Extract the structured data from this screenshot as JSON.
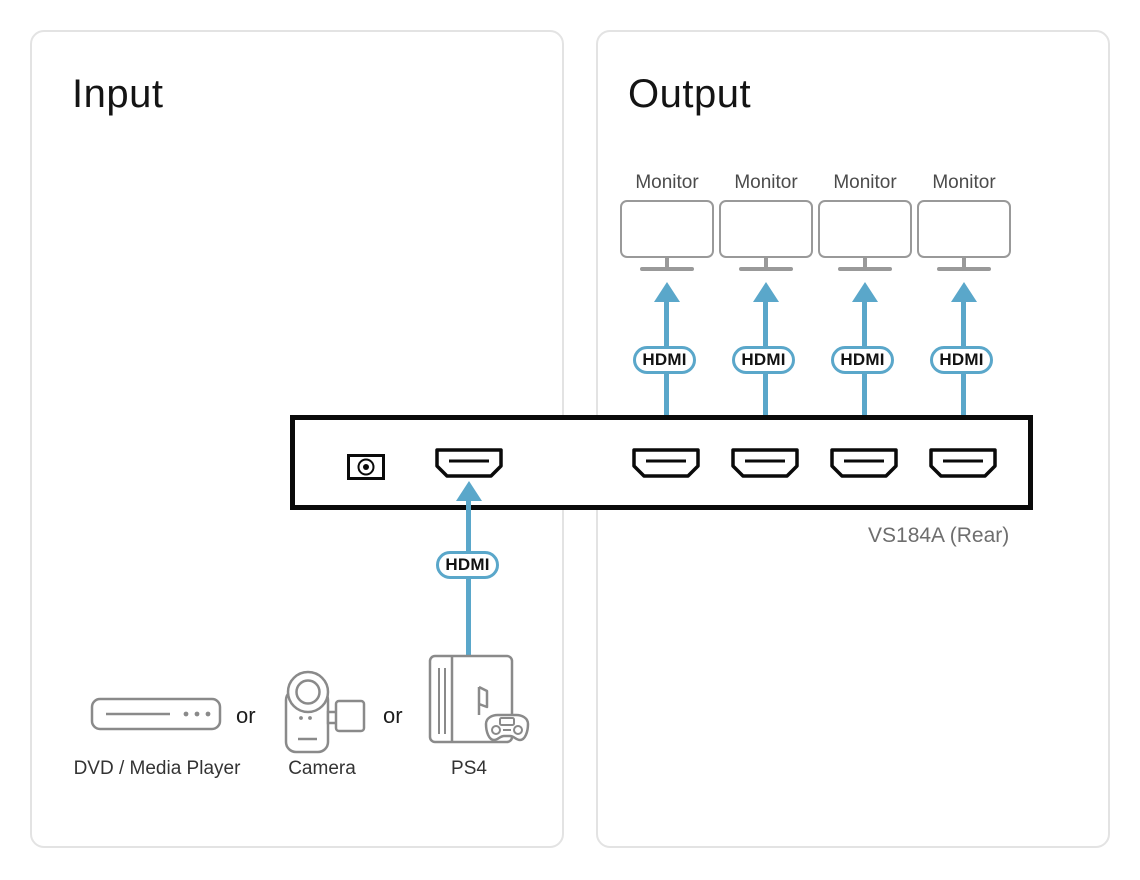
{
  "panels": {
    "input": {
      "title": "Input"
    },
    "output": {
      "title": "Output"
    }
  },
  "device": {
    "label": "VS184A (Rear)",
    "power_port": "power-jack",
    "input_port_count": 1,
    "output_port_count": 4
  },
  "monitors": [
    {
      "label": "Monitor"
    },
    {
      "label": "Monitor"
    },
    {
      "label": "Monitor"
    },
    {
      "label": "Monitor"
    }
  ],
  "output_connections": [
    {
      "cable": "HDMI"
    },
    {
      "cable": "HDMI"
    },
    {
      "cable": "HDMI"
    },
    {
      "cable": "HDMI"
    }
  ],
  "input_connection": {
    "cable": "HDMI"
  },
  "sources": [
    {
      "label": "DVD / Media Player",
      "icon": "dvd-player-icon"
    },
    {
      "label": "Camera",
      "icon": "camcorder-icon"
    },
    {
      "label": "PS4",
      "icon": "ps4-console-icon"
    }
  ],
  "separators": [
    "or",
    "or"
  ],
  "colors": {
    "accent_blue": "#5aa7ca",
    "icon_gray": "#8a8a8a",
    "chassis_black": "#0a0a0a",
    "panel_border": "#e3e3e3",
    "label_gray": "#6e6e6e"
  }
}
